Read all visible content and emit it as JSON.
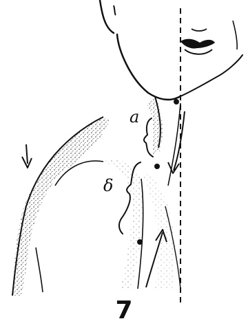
{
  "figure": {
    "number": "7",
    "labels": {
      "a": "a",
      "b": "δ"
    },
    "ink_color": "#111111",
    "background_color": "#ffffff"
  }
}
